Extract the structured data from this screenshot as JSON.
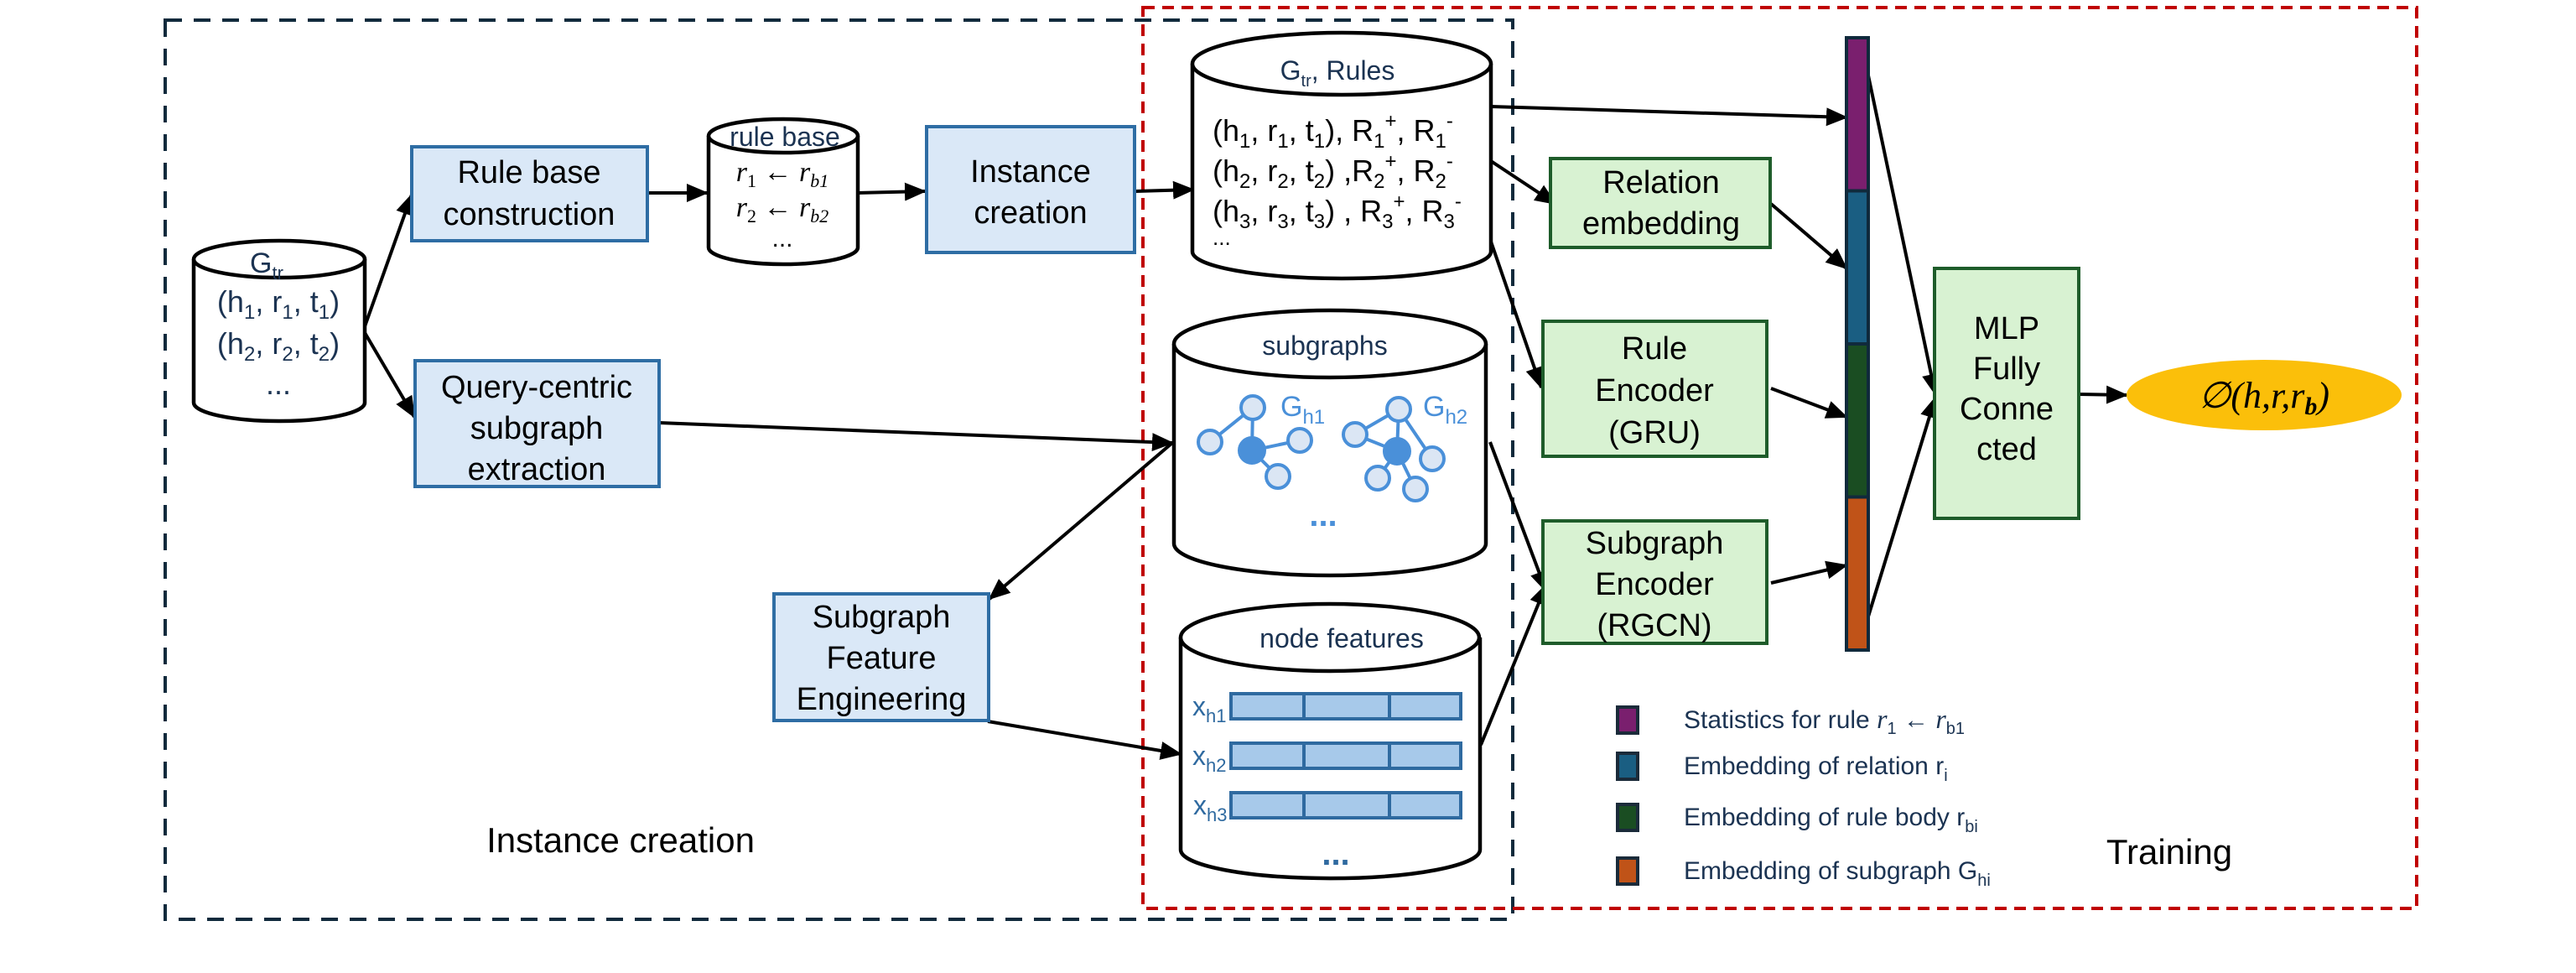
{
  "regions": {
    "instance_creation_label": "Instance creation",
    "training_label": "Training"
  },
  "graph_db": {
    "title": "G",
    "title_sub": "tr",
    "rows": [
      {
        "h": "h",
        "hs": "1",
        "r": "r",
        "rs": "1",
        "t": "t",
        "ts": "1"
      },
      {
        "h": "h",
        "hs": "2",
        "r": "r",
        "rs": "2",
        "t": "t",
        "ts": "2"
      }
    ],
    "ellipsis": "..."
  },
  "boxes": {
    "rule_base_construction": [
      "Rule base",
      "construction"
    ],
    "query_centric": [
      "Query-centric",
      "subgraph",
      "extraction"
    ],
    "instance_creation": [
      "Instance",
      "creation"
    ],
    "feature_engineering": [
      "Subgraph",
      "Feature",
      "Engineering"
    ],
    "relation_embedding": [
      "Relation",
      "embedding"
    ],
    "rule_encoder": [
      "Rule",
      "Encoder",
      "(GRU)"
    ],
    "subgraph_encoder": [
      "Subgraph",
      "Encoder",
      "(RGCN)"
    ],
    "mlp": [
      "MLP",
      "Fully",
      "Conne",
      "cted"
    ]
  },
  "rule_base_db": {
    "title": "rule base",
    "rules": [
      {
        "head": "r",
        "head_sub": "1",
        "arrow": "←",
        "body": "r",
        "body_sub": "b1"
      },
      {
        "head": "r",
        "head_sub": "2",
        "arrow": "←",
        "body": "r",
        "body_sub": "b2"
      }
    ],
    "ellipsis": "..."
  },
  "rules_db": {
    "title": "G",
    "title_sub": "tr",
    "title_rest": ", Rules",
    "rows": [
      {
        "idx": "1"
      },
      {
        "idx": "2"
      },
      {
        "idx": "3"
      }
    ],
    "ellipsis": "..."
  },
  "subgraphs_db": {
    "title": "subgraphs",
    "graph1_label": "G",
    "graph1_sub": "h1",
    "graph2_label": "G",
    "graph2_sub": "h2",
    "ellipsis": "..."
  },
  "node_features_db": {
    "title": "node features",
    "rows": [
      {
        "label": "x",
        "sub": "h1"
      },
      {
        "label": "x",
        "sub": "h2"
      },
      {
        "label": "x",
        "sub": "h3"
      }
    ],
    "ellipsis": "..."
  },
  "concat_vector": {
    "segments": [
      {
        "name": "rule-statistics",
        "color": "#7a1f6e"
      },
      {
        "name": "relation-embedding",
        "color": "#1a5e82"
      },
      {
        "name": "rule-body-embedding",
        "color": "#1a4d22"
      },
      {
        "name": "subgraph-embedding",
        "color": "#c05318"
      }
    ]
  },
  "output": {
    "label": "∅(h,r,r",
    "sub": "b",
    "close": ")",
    "color": "#fbbf0a"
  },
  "legend": [
    {
      "text": "Statistics for rule ",
      "math_head": "r",
      "math_head_sub": "1",
      "arrow": " ← ",
      "math_body": "r",
      "math_body_sub": "b1",
      "color": "#7a1f6e"
    },
    {
      "text": "Embedding of relation r",
      "sub": "i",
      "color": "#1a5e82"
    },
    {
      "text": "Embedding of rule body r",
      "sub": "bi",
      "color": "#1a4d22"
    },
    {
      "text": "Embedding of subgraph G",
      "sub": "hi",
      "color": "#c05318"
    }
  ],
  "colors": {
    "instance_region_border": "#102a3c",
    "training_region_border": "#c00000"
  }
}
